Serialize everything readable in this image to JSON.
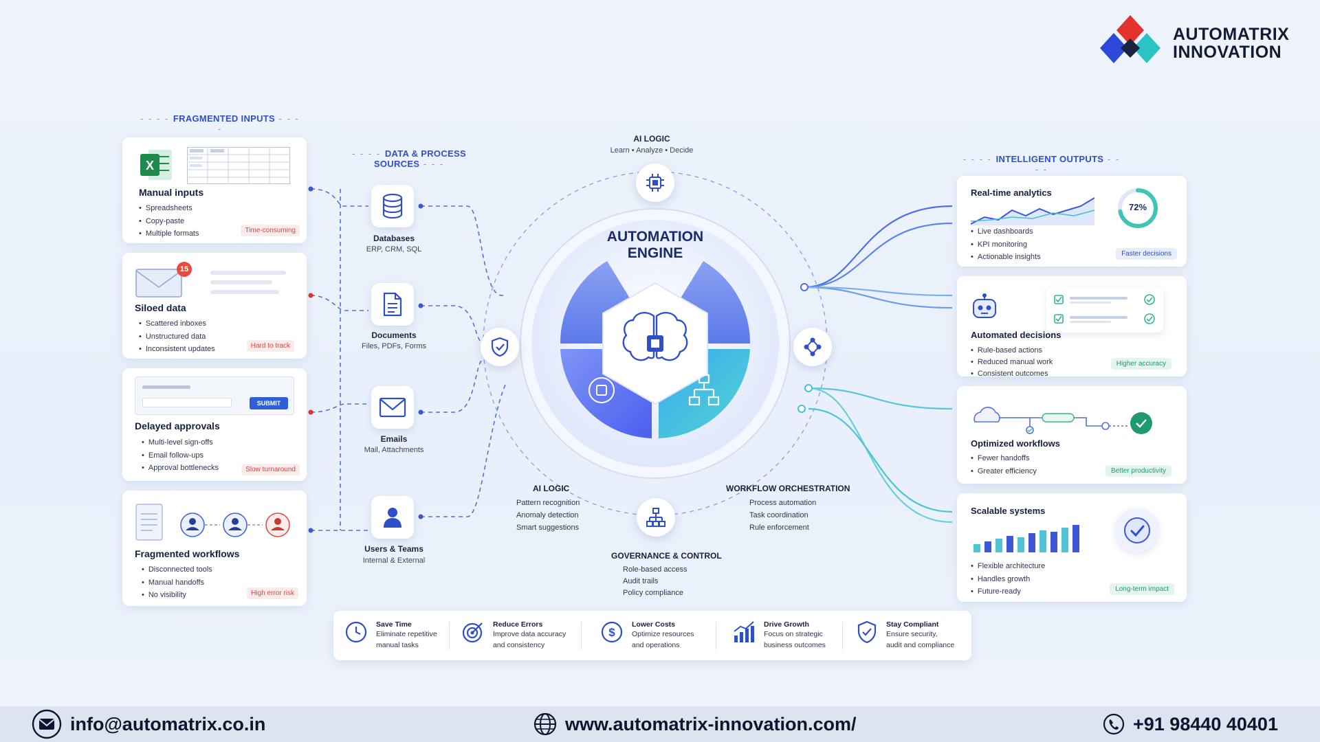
{
  "brand": {
    "line1": "AUTOMATRIX",
    "line2": "INNOVATION"
  },
  "sections": {
    "fragmented_inputs": "FRAGMENTED INPUTS",
    "data_sources": "DATA & PROCESS SOURCES",
    "intelligent_outputs": "INTELLIGENT OUTPUTS"
  },
  "inputs": [
    {
      "title": "Manual inputs",
      "items": [
        "Spreadsheets",
        "Copy-paste",
        "Multiple formats"
      ],
      "tag": "Time-consuming"
    },
    {
      "title": "Siloed data",
      "items": [
        "Scattered inboxes",
        "Unstructured data",
        "Inconsistent updates"
      ],
      "tag": "Hard to track",
      "badge": "15"
    },
    {
      "title": "Delayed approvals",
      "items": [
        "Multi-level sign-offs",
        "Email follow-ups",
        "Approval bottlenecks"
      ],
      "tag": "Slow turnaround",
      "button": "SUBMIT"
    },
    {
      "title": "Fragmented workflows",
      "items": [
        "Disconnected tools",
        "Manual handoffs",
        "No visibility"
      ],
      "tag": "High error risk"
    }
  ],
  "sources": [
    {
      "title": "Databases",
      "sub": "ERP, CRM, SQL"
    },
    {
      "title": "Documents",
      "sub": "Files, PDFs, Forms"
    },
    {
      "title": "Emails",
      "sub": "Mail, Attachments"
    },
    {
      "title": "Users & Teams",
      "sub": "Internal & External"
    }
  ],
  "engine": {
    "top_title": "AI LOGIC",
    "top_sub": "Learn • Analyze • Decide",
    "title_line1": "AUTOMATION",
    "title_line2": "ENGINE",
    "ai_logic": {
      "title": "AI LOGIC",
      "items": [
        "Pattern recognition",
        "Anomaly detection",
        "Smart suggestions"
      ]
    },
    "workflow": {
      "title": "WORKFLOW ORCHESTRATION",
      "items": [
        "Process automation",
        "Task coordination",
        "Rule enforcement"
      ]
    },
    "governance": {
      "title": "GOVERNANCE & CONTROL",
      "items": [
        "Role-based access",
        "Audit trails",
        "Policy compliance"
      ]
    }
  },
  "outputs": [
    {
      "title": "Real-time analytics",
      "items": [
        "Live dashboards",
        "KPI monitoring",
        "Actionable insights"
      ],
      "tag": "Faster decisions",
      "donut": "72%",
      "donut_value": 0.72
    },
    {
      "title": "Automated decisions",
      "items": [
        "Rule-based actions",
        "Reduced manual work",
        "Consistent outcomes"
      ],
      "tag": "Higher accuracy"
    },
    {
      "title": "Optimized workflows",
      "items": [
        "Fewer handoffs",
        "Greater efficiency"
      ],
      "tag": "Better productivity"
    },
    {
      "title": "Scalable systems",
      "items": [
        "Flexible architecture",
        "Handles growth",
        "Future-ready"
      ],
      "tag": "Long-term impact"
    }
  ],
  "benefits": [
    {
      "title": "Save Time",
      "desc1": "Eliminate repetitive",
      "desc2": "manual tasks"
    },
    {
      "title": "Reduce Errors",
      "desc1": "Improve data accuracy",
      "desc2": "and consistency"
    },
    {
      "title": "Lower Costs",
      "desc1": "Optimize resources",
      "desc2": "and operations"
    },
    {
      "title": "Drive Growth",
      "desc1": "Focus on strategic",
      "desc2": "business outcomes"
    },
    {
      "title": "Stay Compliant",
      "desc1": "Ensure security,",
      "desc2": "audit and compliance"
    }
  ],
  "footer": {
    "email": "info@automatrix.co.in",
    "website": "www.automatrix-innovation.com/",
    "phone": "+91 98440 40401"
  },
  "colors": {
    "primary": "#2e4fc9",
    "engine_blue": "#5b6ef0",
    "engine_teal": "#3fc4d8",
    "alert_red": "#e0443e",
    "success_green": "#1f9a6e"
  }
}
